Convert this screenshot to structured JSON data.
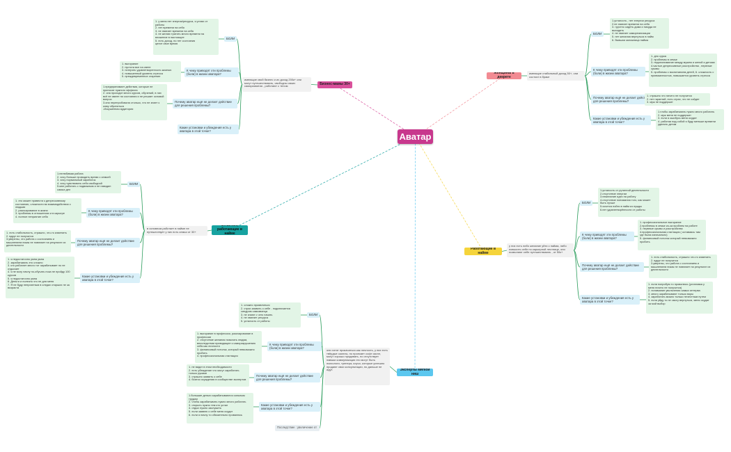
{
  "center": {
    "label": "Аватар"
  },
  "branches": [
    {
      "id": "bizmom",
      "color": "#d9509b",
      "title": "Бизнес-мамы 30+",
      "description": "имеющие свой бизнес и их доход 200к+ они могут путешествовать, свободны своих саморазвития , работают с телом",
      "pains": {
        "label": "БОЛИ",
        "text": "1. у меня нет энергии/ресурса, я устаю от работы\n2. нет времени на себя\n3. не хватает времени на себя\n4. не желаю тратить много времени на вложение в настоящее\n5. есть доход, но нет состояния\nценит свое время"
      },
      "q1": {
        "label": "К чему приводят эти проблемы (боли) в жизни аватара?",
        "text": "1. выгорание\n2. пустота все на свете\n3. потерять удовлетворенность жизнью\n4. повышенный уровень стресса\n5. преждевременное старение"
      },
      "q2": {
        "label": "Почему аватар ещё не делает действие для решения проблемы?",
        "text": "1.предпринимает действия, которые не приносят нужного эффекта\n2. она проходит много курсов, обучений, в них всё не имеет ни состояния и не решает основой вопрос\n3.она перепробовала столько, что не знает к кому обратиться\n-Искушенная аудитория"
      },
      "q3": {
        "label": "Какие установки и убеждения есть у аватара в этой точке?",
        "text": ""
      }
    },
    {
      "id": "women",
      "color": "#f28b93",
      "title": "Женщины в декрете",
      "description": "имеющие стабильный доход 50+, они состоят в браке",
      "pains": {
        "label": "БОЛИ",
        "text": "1.усталость , нет энергии ресурса\n2.не хватает времени на себя\n3. грустно сидеть дома и никуда не выходить\n4. не хватает самореализации\n5. нет желания вернуться в найм\n6. бывшая заложница найма"
      },
      "q1": {
        "label": "К чему приводят эти проблемы (боли) в жизни аватара?",
        "text": "1. дно сурка\n2. проблемы в семье\n3. недопонимание между мужем и женой и детьми\n4.частые депрессивные расстройства , нервные срывы\n5. проблемы с воспитанием детей, 6. сложность с привязанностью, повышается уровень стресса"
      },
      "q2": {
        "label": "Почему аватар ещё не делает действие для решения проблемы?",
        "text": "1. страшно что ничего не получится\n2. нет гарантий, есть страх, что не сойдет\n3. муж не поддержит"
      },
      "q3": {
        "label": "Какие установки и убеждения есть у аватара в этой точке?",
        "text": "1.чтобы зарабатывать нужно много работать\n2. муж меня не поддержит\n3. если я ошибусь меня осудят\n4. работая над собой я буду меньше времени уделять детям"
      }
    },
    {
      "id": "hired",
      "color": "#17a2a0",
      "title": "24-35 лет, работающие в найме",
      "description": "в основном работает в найме не путешествует у них есть семьи от 30+",
      "pains": {
        "label": "БОЛИ",
        "text": "1.нелюбимая работа\n2. хочу больше проводить время с семьей\n3. хочу нормальный заработок\n4. хочу чувствовать себя свободной\n5.мне работать с подвижным и не наводил самых дел"
      },
      "q1": {
        "label": "К чему приводят эти проблемы (боли) в жизни аватара?",
        "text": "1. это может привести к депрессивному состоянию, сложности во взаимодействии с людьми\n2. разочарование в жизни\n3. проблемы в отношениях и в карьере\n4. полное неприятие себя"
      },
      "q2": {
        "label": "Почему аватар ещё не делает действие для решения проблемы?",
        "text": "1. есть стабильность, страшно, что-то изменить\n2. вдруг не получится\n3.уверены, что работа с состоянием и мышлением никак не повлияет на результат их деятельности"
      },
      "q3": {
        "label": "Какие установки и убеждения есть у аватара в этой точке?",
        "text": "1. я недостаточно умна умна\n2. зарабатывать это сложно\n3. кто работает много тот зарабатывает но не отдыхает\n4. я не могу начну по-обучать пока не пройду 100 курсов\n5. я недостаточно умна\n6. Деньги и полезно что не для меня\n7. Я не буду неприятным в следах старших не за возраста"
      }
    },
    {
      "id": "employed",
      "color": "#f5d43b",
      "title": "Работающие в найме",
      "description": "у них есть либо желание уйти с найма, либо повысить себе по карьерной лестнице, они позволяют себе путешествовать , от 50к+",
      "pains": {
        "label": "БОЛИ",
        "text": "1.усталость от рутинной деятельности\n2.отсутствие энергии\n3.нежелание идти на работу\n4.отсутствие понимания того, как может быть лучше\n5.хочется пойти в найм из нужды\n6.нет удовлетворённости от работы"
      },
      "q1": {
        "label": "К чему приводят эти проблемы (боли) в жизни аватара?",
        "text": "1. профессиональное выгорание\n2.проблемы в семье из-за проблем на работе\n3. нервные срывы и расстройства\n4.профессиональная стагнация ( оставаясь там где была изначально)\n5. финансовый потолок который невозможно пробить"
      },
      "q2": {
        "label": "Почему аватар ещё не делает действие для решения проблемы?",
        "text": "1. есть стабильность, страшно что-то изменить\n2. вдруг не получится\n3.уверены, что работа с состоянием и мышлением никак не повлияет на результат их деятельности"
      },
      "q3": {
        "label": "Какие установки и убеждения есть у аватара в этой точке?",
        "text": "1. если попробую то провалюсь (установка у меня ничего не получится)\n2. понимание увольнения самых интерва\n3. много зарабатывают только воры\n4. заработать можно только нечестным путем\n5. если уйду то не смогу вернуться, меня осудят за мой выбор"
      }
    },
    {
      "id": "experts",
      "color": "#5bc7ef",
      "title": "Эксперты мягкой ниш",
      "description": "они хотят прокачаться как личность, у них есть твёрдые скиллы, но проекает софт скилл, могут хорошо продавать, но отсутствует навыки коммуникации это могут быть психологи, тренера, коучи, которые успешно продают свои консультации, но дальше не идут.",
      "pains": {
        "label": "БОЛИ",
        "text": "1. сложно проявляться\n2. страх заявить о себе - подключается синдром самозванца\n3. не знают с чего начать\n4. не хватает ресурса\n5. усталость от работы"
      },
      "q1": {
        "label": "К чему приводят эти проблемы (боли) в жизни аватара?",
        "text": "1. выгорание в профессии, разочарование в профессии\n2. отсутствие желания помогать людям, впоследствии приводящее к саморазрушению себя как личности\n3. финансовый потолок, который невозможно пробить\n4. профессиональная стагнация"
      },
      "q2": {
        "label": "Почему аватар ещё не делает действие для решения проблемы?",
        "text": "1. не видит в этом необходимости\n2. есть убеждение что могут заработать только руками\n3. страшно заявить о себе\n4. боятся осуждения в сообществе экспертов"
      },
      "q3": {
        "label": "Какие установки и убеждения есть у аватара в этой точке?",
        "text": "1.большие деньги зарабатываются сильным трудом\n2. чтобы зарабатывать нужно много работать\n3. открыть нужно тем кто устал\n4. отдых нужно заслужить\n5. если заявлю о себе меня осудят\n6. если я начну то обязательно провалюсь"
      },
      "footer": {
        "label": "Последствие : увеличение от"
      }
    }
  ]
}
